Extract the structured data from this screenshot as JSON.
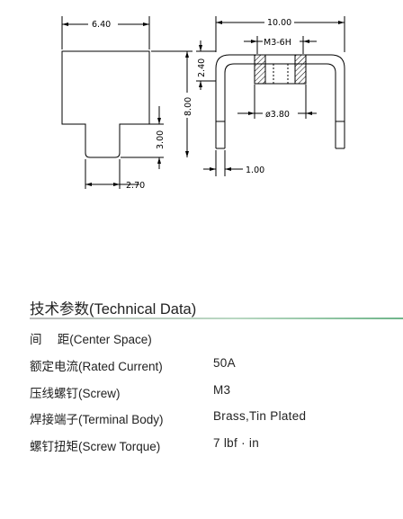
{
  "drawing": {
    "dims": {
      "width_top": "6.40",
      "width_overall": "10.00",
      "thread": "M3-6H",
      "height_step": "2.40",
      "height_total": "8.00",
      "stem_height": "3.00",
      "hole_dia": "ø3.80",
      "thickness": "1.00",
      "stem_width": "2.70"
    }
  },
  "section": {
    "title": "技术参数(Technical Data)"
  },
  "specs": [
    {
      "label": "间　 距(Center Space)",
      "value": ""
    },
    {
      "label": "额定电流(Rated Current)",
      "value": "50A"
    },
    {
      "label": "压线螺钉(Screw)",
      "value": "M3"
    },
    {
      "label": "焊接端子(Terminal Body)",
      "value": "Brass,Tin Plated"
    },
    {
      "label": "螺钉扭矩(Screw Torque)",
      "value": "7 lbf · in"
    }
  ]
}
